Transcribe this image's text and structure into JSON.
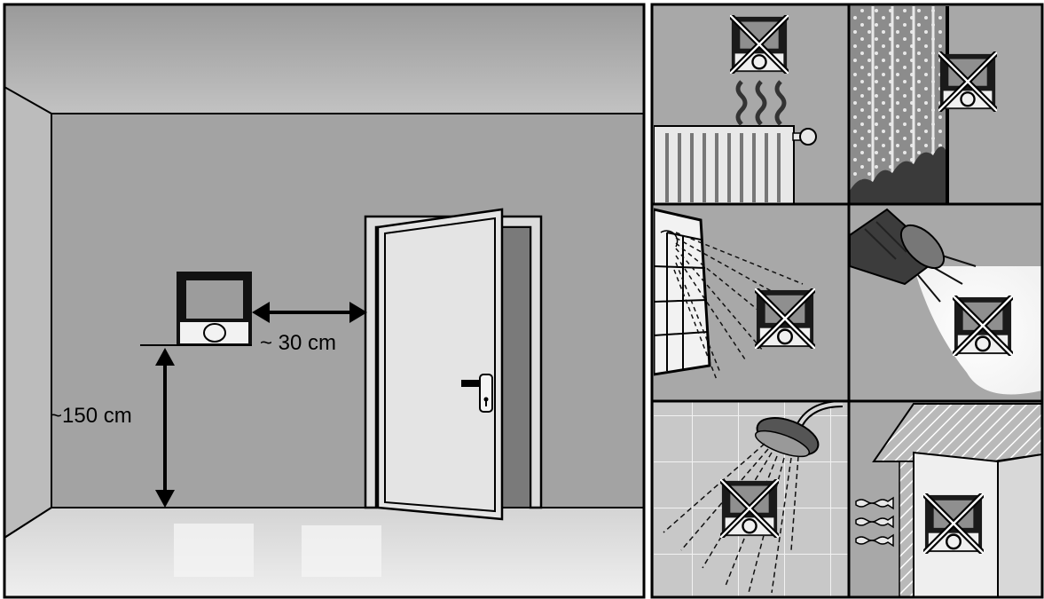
{
  "main_scene": {
    "horizontal_distance_label": "~ 30 cm",
    "height_label": "~150 cm"
  },
  "panels": [
    {
      "hazard": "radiator-heat",
      "placement": "not-allowed"
    },
    {
      "hazard": "curtain-cover",
      "placement": "not-allowed"
    },
    {
      "hazard": "direct-sunlight-window",
      "placement": "not-allowed"
    },
    {
      "hazard": "lamp-light",
      "placement": "not-allowed"
    },
    {
      "hazard": "shower-water",
      "placement": "not-allowed"
    },
    {
      "hazard": "draught-doorway",
      "placement": "not-allowed"
    }
  ],
  "colors": {
    "wall": "#a3a3a3",
    "ceiling": "#9a9a9a",
    "floor": "#e6e6e6",
    "door": "#e2e2e2",
    "panel_bg": "#a8a8a8",
    "outline": "#000000"
  }
}
